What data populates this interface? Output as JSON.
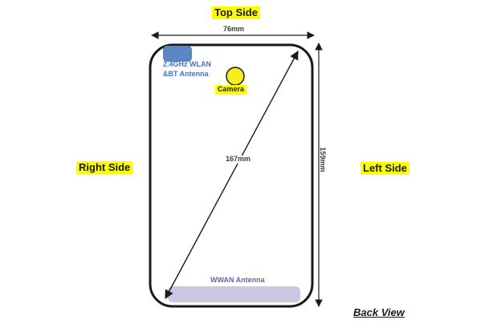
{
  "view": {
    "name_label": "Back View"
  },
  "orientation_labels": {
    "top_side": "Top Side",
    "right_side": "Right Side",
    "left_side": "Left Side"
  },
  "device": {
    "wlan_label_line1": "2.4GHz WLAN",
    "wlan_label_line2": "&BT Antenna",
    "camera_label": "Camera",
    "wwan_label": "WWAN Antenna"
  },
  "dimensions": {
    "width_label": "76mm",
    "diagonal_label": "167mm",
    "height_label": "159mm"
  },
  "colors": {
    "highlight_yellow": "#ffff00",
    "camera_yellow": "#f5ee1e",
    "wlan_blue_fill": "#5b85c5",
    "wlan_blue_text": "#4472c4",
    "wwan_purple_fill": "#cdc6e2",
    "wwan_purple_text": "#6f5fa7",
    "line_black": "#1a1a1a",
    "background": "#ffffff"
  }
}
